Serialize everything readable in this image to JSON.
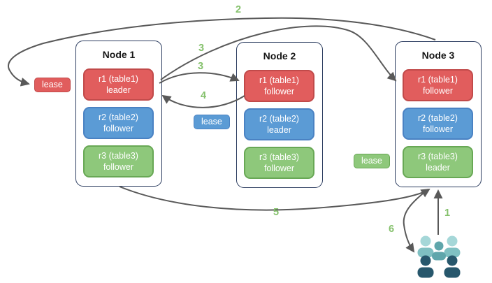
{
  "nodes": [
    {
      "title": "Node 1",
      "replicas": [
        {
          "name": "r1 (table1)",
          "role": "leader",
          "color": "#e15d5d"
        },
        {
          "name": "r2 (table2)",
          "role": "follower",
          "color": "#5b9bd5"
        },
        {
          "name": "r3 (table3)",
          "role": "follower",
          "color": "#8ec87b"
        }
      ]
    },
    {
      "title": "Node 2",
      "replicas": [
        {
          "name": "r1 (table1)",
          "role": "follower",
          "color": "#e15d5d"
        },
        {
          "name": "r2 (table2)",
          "role": "leader",
          "color": "#5b9bd5"
        },
        {
          "name": "r3 (table3)",
          "role": "follower",
          "color": "#8ec87b"
        }
      ]
    },
    {
      "title": "Node 3",
      "replicas": [
        {
          "name": "r1 (table1)",
          "role": "follower",
          "color": "#e15d5d"
        },
        {
          "name": "r2 (table2)",
          "role": "follower",
          "color": "#5b9bd5"
        },
        {
          "name": "r3 (table3)",
          "role": "leader",
          "color": "#8ec87b"
        }
      ]
    }
  ],
  "leases": [
    {
      "label": "lease",
      "color": "#e15d5d"
    },
    {
      "label": "lease",
      "color": "#5b9bd5"
    },
    {
      "label": "lease",
      "color": "#8ec87b"
    }
  ],
  "steps": {
    "s1": "1",
    "s2": "2",
    "s3a": "3",
    "s3b": "3",
    "s4": "4",
    "s5": "5",
    "s6": "6"
  },
  "icons": {
    "users": "users-group-icon"
  },
  "colors": {
    "red": "#e15d5d",
    "red_border": "#c14a4a",
    "blue": "#5b9bd5",
    "blue_border": "#4a82c3",
    "green": "#8ec87b",
    "green_border": "#68a855",
    "node_border": "#2b3c5f",
    "arrow": "#595959",
    "step_label": "#85c16c",
    "users_light_head": "#a5d7d8",
    "users_light_body": "#7fc0c2",
    "users_medium": "#5fa6ab",
    "users_dark": "#27576c"
  }
}
